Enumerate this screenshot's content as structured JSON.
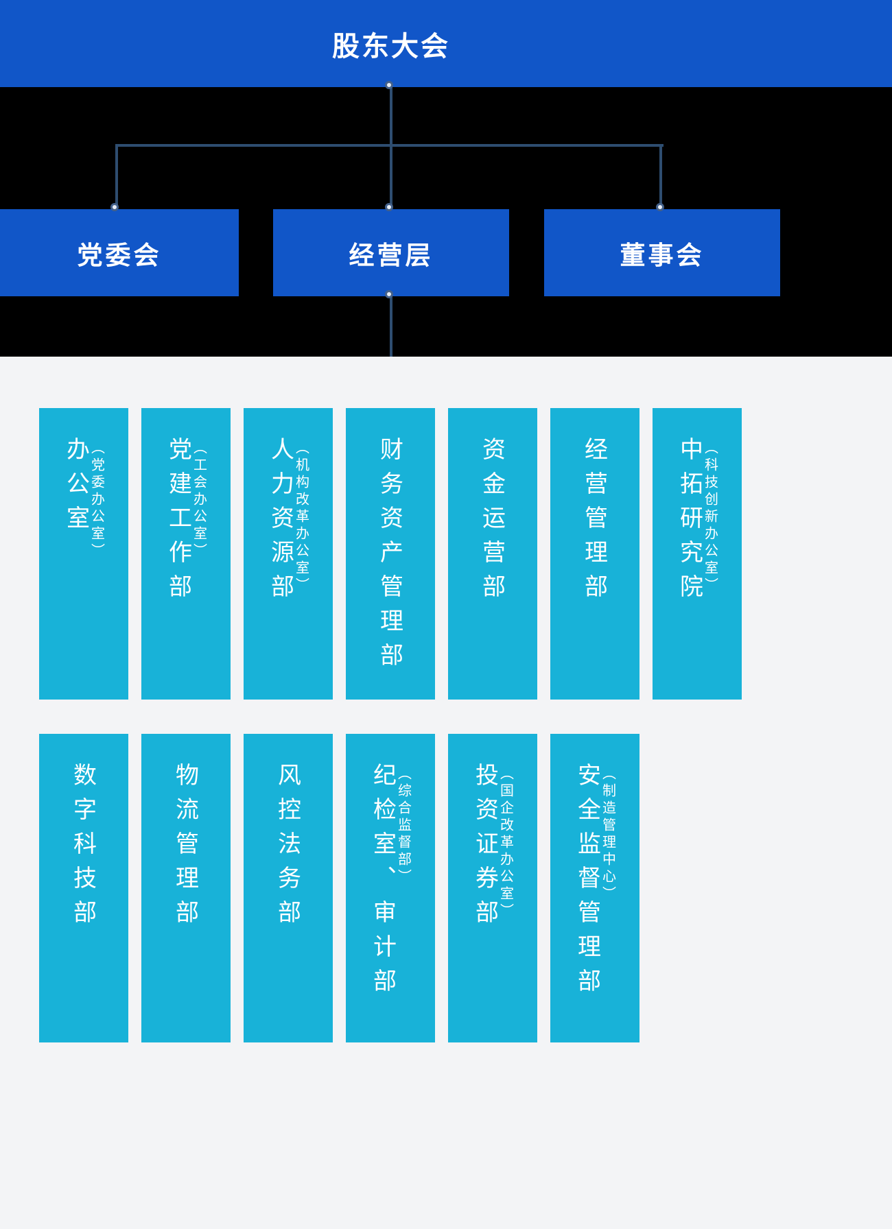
{
  "colors": {
    "banner_blue": "#1156c8",
    "dept_cyan": "#18b2d8",
    "connector_line": "#2e4d70",
    "connector_zone_bg": "#000000",
    "page_bg": "#f3f4f6",
    "text": "#ffffff"
  },
  "header": {
    "title": "股东大会"
  },
  "level2": [
    {
      "label": "党委会"
    },
    {
      "label": "经营层"
    },
    {
      "label": "董事会"
    }
  ],
  "departments_row1": [
    {
      "name": "办公室",
      "sub": "（党委办公室）"
    },
    {
      "name": "党建工作部",
      "sub": "（工会办公室）"
    },
    {
      "name": "人力资源部",
      "sub": "（机构改革办公室）"
    },
    {
      "name": "财务资产管理部",
      "sub": ""
    },
    {
      "name": "资金运营部",
      "sub": ""
    },
    {
      "name": "经营管理部",
      "sub": ""
    },
    {
      "name": "中拓研究院",
      "sub": "（科技创新办公室）"
    }
  ],
  "departments_row2": [
    {
      "name": "数字科技部",
      "sub": ""
    },
    {
      "name": "物流管理部",
      "sub": ""
    },
    {
      "name": "风控法务部",
      "sub": ""
    },
    {
      "name": "纪检室、审计部",
      "sub": "（综合监督部）"
    },
    {
      "name": "投资证券部",
      "sub": "（国企改革办公室）"
    },
    {
      "name": "安全监督管理部",
      "sub": "（制造管理中心）"
    }
  ]
}
